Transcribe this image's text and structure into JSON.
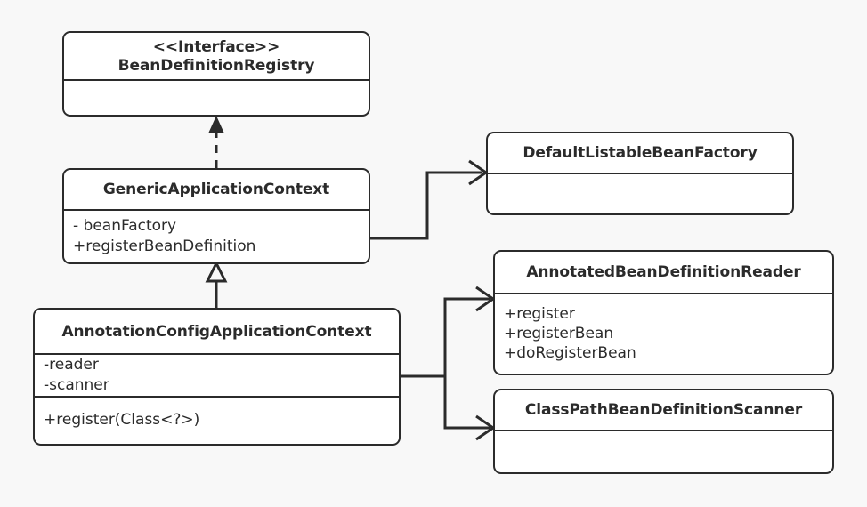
{
  "diagram": {
    "title": "Spring AnnotationConfigApplicationContext UML class diagram",
    "type": "uml-class-diagram",
    "background_color": "#f8f8f8",
    "box_fill_color": "#ffffff",
    "line_color": "#2b2b2b"
  },
  "classes": [
    {
      "id": "bean-definition-registry",
      "stereotype": "<<Interface>>",
      "name": "BeanDefinitionRegistry",
      "members": [],
      "has_empty_compartment": true
    },
    {
      "id": "generic-application-context",
      "stereotype": "",
      "name": "GenericApplicationContext",
      "members": [
        "- beanFactory",
        "+registerBeanDefinition"
      ],
      "has_empty_compartment": false
    },
    {
      "id": "annotation-config-application-context",
      "stereotype": "",
      "name": "AnnotationConfigApplicationContext",
      "attributes": [
        "-reader",
        "-scanner"
      ],
      "operations": [
        "+register(Class<?>)"
      ]
    },
    {
      "id": "default-listable-bean-factory",
      "stereotype": "",
      "name": "DefaultListableBeanFactory",
      "members": [],
      "has_empty_compartment": true
    },
    {
      "id": "annotated-bean-definition-reader",
      "stereotype": "",
      "name": "AnnotatedBeanDefinitionReader",
      "members": [
        "+register",
        "+registerBean",
        "+doRegisterBean"
      ],
      "has_empty_compartment": false
    },
    {
      "id": "class-path-bean-definition-scanner",
      "stereotype": "",
      "name": "ClassPathBeanDefinitionScanner",
      "members": [],
      "has_empty_compartment": true
    }
  ],
  "relationships": [
    {
      "id": "realization-generic-to-registry",
      "kind": "realization",
      "line_style": "dashed",
      "arrowhead": "filled-triangle",
      "from": "GenericApplicationContext",
      "to": "BeanDefinitionRegistry"
    },
    {
      "id": "generalization-annotationconfig-to-generic",
      "kind": "generalization",
      "line_style": "solid",
      "arrowhead": "hollow-triangle",
      "from": "AnnotationConfigApplicationContext",
      "to": "GenericApplicationContext"
    },
    {
      "id": "association-generic-to-factory",
      "kind": "association",
      "line_style": "solid",
      "arrowhead": "open-arrow",
      "from": "GenericApplicationContext",
      "to": "DefaultListableBeanFactory"
    },
    {
      "id": "association-annotationconfig-to-reader",
      "kind": "association",
      "line_style": "solid",
      "arrowhead": "open-arrow",
      "from": "AnnotationConfigApplicationContext",
      "to": "AnnotatedBeanDefinitionReader"
    },
    {
      "id": "association-annotationconfig-to-scanner",
      "kind": "association",
      "line_style": "solid",
      "arrowhead": "open-arrow",
      "from": "AnnotationConfigApplicationContext",
      "to": "ClassPathBeanDefinitionScanner"
    }
  ]
}
